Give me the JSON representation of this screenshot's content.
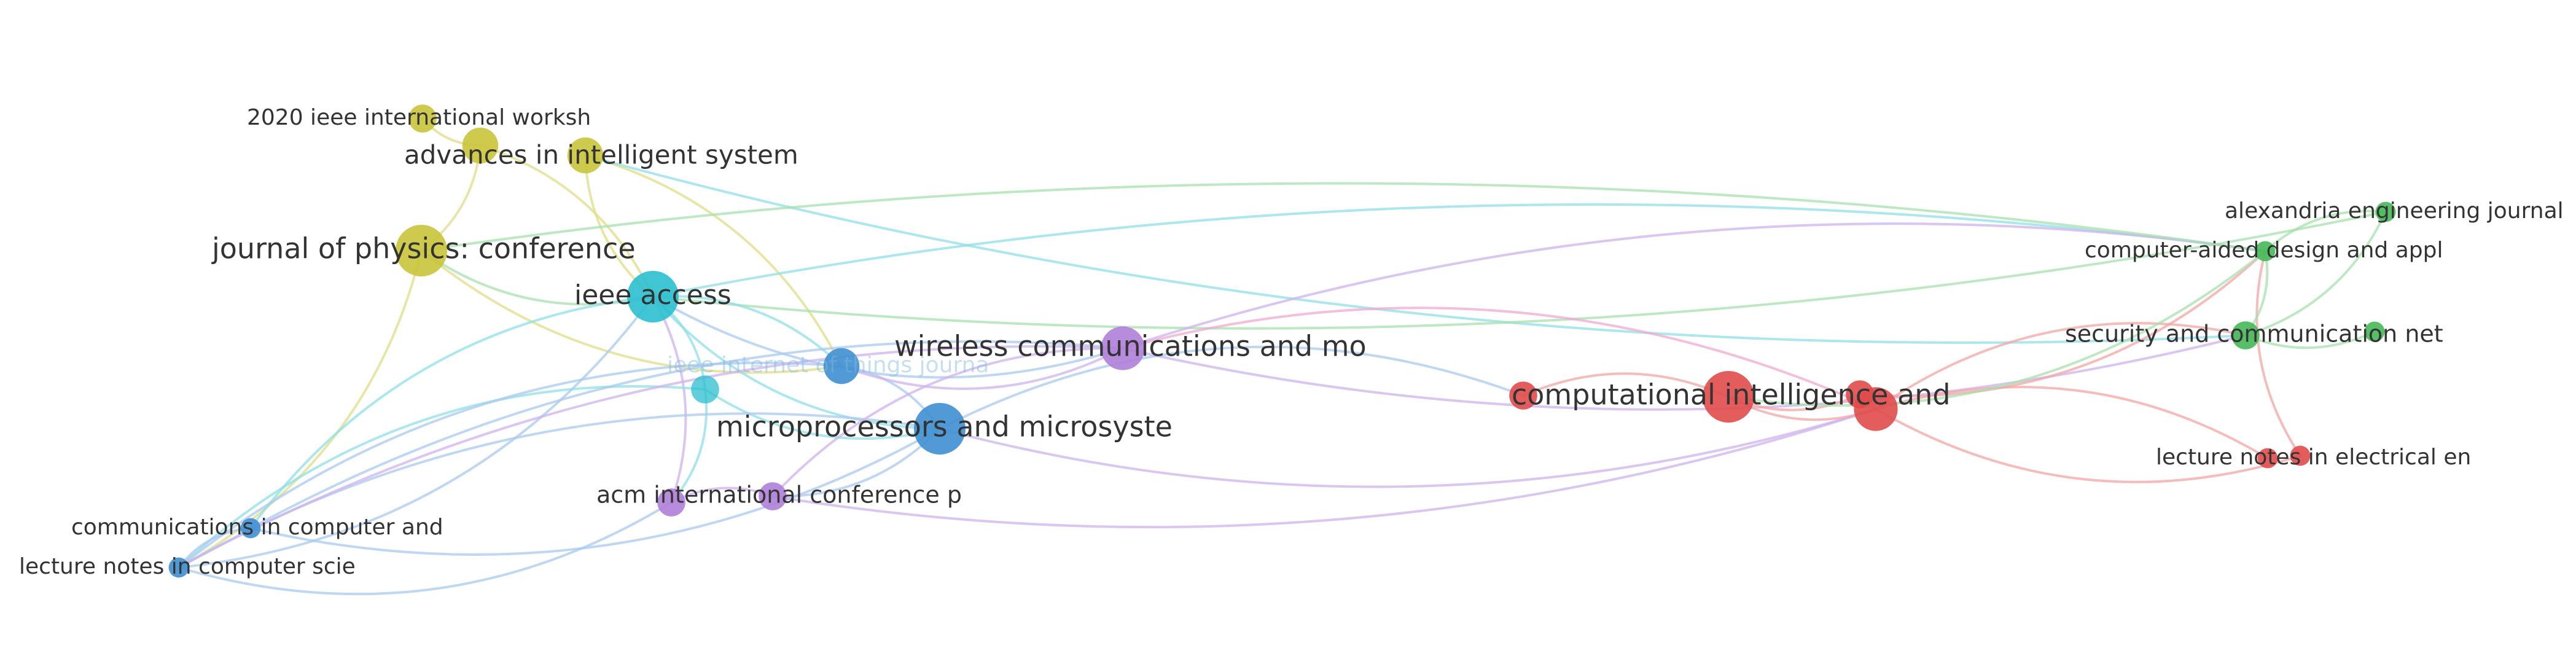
{
  "clusters": {
    "yellow": "#c9c43a",
    "cyan": "#2bbfcf",
    "blue": "#3f8fd2",
    "purple": "#b07fd8",
    "red": "#e04b4b",
    "green": "#45b857"
  },
  "edge_colors": {
    "yellow": "#e0dd8a",
    "cyan": "#8fdfe6",
    "blue": "#a9c9ee",
    "purple": "#cdb3ec",
    "red": "#f2a5a5",
    "green": "#a7e0ae",
    "pink": "#eeaad0"
  },
  "nodes": [
    {
      "id": "y1",
      "label": "2020 ieee international worksh",
      "cluster": "yellow",
      "weight": 2
    },
    {
      "id": "y2",
      "label": "advances in intelligent system",
      "cluster": "yellow",
      "weight": 3
    },
    {
      "id": "y3",
      "label": "",
      "cluster": "yellow",
      "weight": 3
    },
    {
      "id": "y4",
      "label": "journal of physics: conference",
      "cluster": "yellow",
      "weight": 5
    },
    {
      "id": "c1",
      "label": "ieee access",
      "cluster": "cyan",
      "weight": 5
    },
    {
      "id": "c2",
      "label": "ieee internet of things journa",
      "cluster": "cyan",
      "weight": 2,
      "faded": true
    },
    {
      "id": "b1",
      "label": "",
      "cluster": "blue",
      "weight": 3
    },
    {
      "id": "b2",
      "label": "microprocessors and microsyste",
      "cluster": "blue",
      "weight": 5
    },
    {
      "id": "b3",
      "label": "communications in computer and",
      "cluster": "blue",
      "weight": 1
    },
    {
      "id": "b4",
      "label": "lecture notes in computer scie",
      "cluster": "blue",
      "weight": 1
    },
    {
      "id": "p1",
      "label": "wireless communications and mo",
      "cluster": "purple",
      "weight": 4
    },
    {
      "id": "p2",
      "label": "",
      "cluster": "purple",
      "weight": 2
    },
    {
      "id": "p3",
      "label": "acm international conference p",
      "cluster": "purple",
      "weight": 2
    },
    {
      "id": "r1",
      "label": "",
      "cluster": "red",
      "weight": 2
    },
    {
      "id": "r2",
      "label": "computational intelligence and",
      "cluster": "red",
      "weight": 5
    },
    {
      "id": "r3",
      "label": "",
      "cluster": "red",
      "weight": 2
    },
    {
      "id": "r4",
      "label": "",
      "cluster": "red",
      "weight": 4
    },
    {
      "id": "r5",
      "label": "lecture notes in electrical en",
      "cluster": "red",
      "weight": 1
    },
    {
      "id": "r6",
      "label": "",
      "cluster": "red",
      "weight": 1
    },
    {
      "id": "g1",
      "label": "alexandria engineering journal",
      "cluster": "green",
      "weight": 1
    },
    {
      "id": "g2",
      "label": "computer-aided design and appl",
      "cluster": "green",
      "weight": 1
    },
    {
      "id": "g3",
      "label": "security and communication net",
      "cluster": "green",
      "weight": 2
    },
    {
      "id": "g4",
      "label": "",
      "cluster": "green",
      "weight": 1
    }
  ],
  "edges": [
    {
      "from": "y1",
      "to": "y2",
      "color": "yellow"
    },
    {
      "from": "y2",
      "to": "c1",
      "color": "yellow"
    },
    {
      "from": "y3",
      "to": "c1",
      "color": "yellow"
    },
    {
      "from": "y3",
      "to": "b1",
      "color": "yellow"
    },
    {
      "from": "y4",
      "to": "c1",
      "color": "green"
    },
    {
      "from": "y4",
      "to": "b4",
      "color": "yellow"
    },
    {
      "from": "y4",
      "to": "b1",
      "color": "yellow"
    },
    {
      "from": "y2",
      "to": "y4",
      "color": "yellow"
    },
    {
      "from": "y3",
      "to": "g3",
      "color": "cyan"
    },
    {
      "from": "c1",
      "to": "g2",
      "color": "cyan"
    },
    {
      "from": "c1",
      "to": "g1",
      "color": "green"
    },
    {
      "from": "c1",
      "to": "c2",
      "color": "cyan"
    },
    {
      "from": "c1",
      "to": "b2",
      "color": "cyan"
    },
    {
      "from": "c1",
      "to": "b1",
      "color": "cyan"
    },
    {
      "from": "c1",
      "to": "b3",
      "color": "cyan"
    },
    {
      "from": "c1",
      "to": "b4",
      "color": "blue"
    },
    {
      "from": "c1",
      "to": "p1",
      "color": "blue"
    },
    {
      "from": "c1",
      "to": "p2",
      "color": "purple"
    },
    {
      "from": "c2",
      "to": "b4",
      "color": "cyan"
    },
    {
      "from": "c2",
      "to": "p2",
      "color": "cyan"
    },
    {
      "from": "c2",
      "to": "b2",
      "color": "cyan"
    },
    {
      "from": "b1",
      "to": "b2",
      "color": "blue"
    },
    {
      "from": "b1",
      "to": "p1",
      "color": "purple"
    },
    {
      "from": "b2",
      "to": "b3",
      "color": "blue"
    },
    {
      "from": "b2",
      "to": "b4",
      "color": "blue"
    },
    {
      "from": "b2",
      "to": "r1",
      "color": "blue"
    },
    {
      "from": "b2",
      "to": "r4",
      "color": "purple"
    },
    {
      "from": "b2",
      "to": "p3",
      "color": "blue"
    },
    {
      "from": "b3",
      "to": "b4",
      "color": "blue"
    },
    {
      "from": "b3",
      "to": "p1",
      "color": "blue"
    },
    {
      "from": "b4",
      "to": "p2",
      "color": "blue"
    },
    {
      "from": "b4",
      "to": "b1",
      "color": "blue"
    },
    {
      "from": "p1",
      "to": "p3",
      "color": "purple"
    },
    {
      "from": "p1",
      "to": "r4",
      "color": "pink"
    },
    {
      "from": "p1",
      "to": "g3",
      "color": "purple"
    },
    {
      "from": "p1",
      "to": "g2",
      "color": "purple"
    },
    {
      "from": "p1",
      "to": "b4",
      "color": "purple"
    },
    {
      "from": "p2",
      "to": "p3",
      "color": "purple"
    },
    {
      "from": "p3",
      "to": "r4",
      "color": "purple"
    },
    {
      "from": "r1",
      "to": "r2",
      "color": "red"
    },
    {
      "from": "r2",
      "to": "r3",
      "color": "red"
    },
    {
      "from": "r3",
      "to": "r4",
      "color": "red"
    },
    {
      "from": "r2",
      "to": "r4",
      "color": "red"
    },
    {
      "from": "r4",
      "to": "r5",
      "color": "red"
    },
    {
      "from": "r4",
      "to": "r6",
      "color": "red"
    },
    {
      "from": "r4",
      "to": "g3",
      "color": "red"
    },
    {
      "from": "r3",
      "to": "g2",
      "color": "red"
    },
    {
      "from": "r6",
      "to": "g2",
      "color": "red"
    },
    {
      "from": "g1",
      "to": "g2",
      "color": "green"
    },
    {
      "from": "g2",
      "to": "g3",
      "color": "green"
    },
    {
      "from": "g3",
      "to": "g4",
      "color": "green"
    },
    {
      "from": "g1",
      "to": "g3",
      "color": "green"
    },
    {
      "from": "r2",
      "to": "g2",
      "color": "green"
    },
    {
      "from": "y4",
      "to": "g2",
      "color": "green"
    }
  ]
}
